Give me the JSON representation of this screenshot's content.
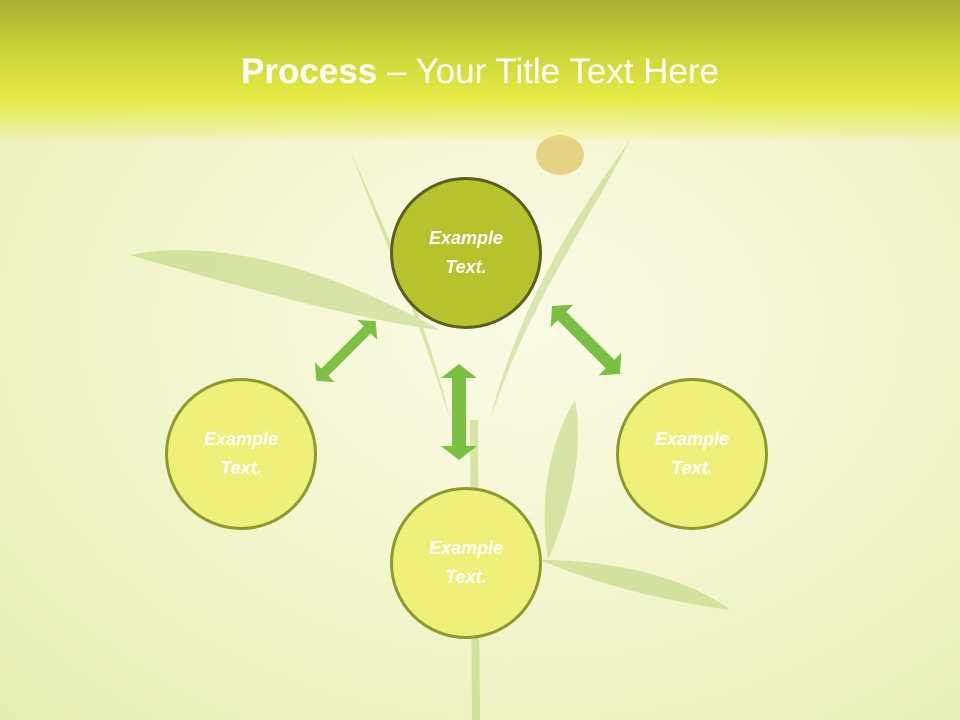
{
  "header": {
    "title_bold": "Process",
    "title_rest": " – Your Title Text Here"
  },
  "nodes": [
    {
      "id": "top",
      "text": "Example Text."
    },
    {
      "id": "left",
      "text": "Example Text."
    },
    {
      "id": "right",
      "text": "Example Text."
    },
    {
      "id": "bottom",
      "text": "Example Text."
    }
  ],
  "colors": {
    "header": "#c9d438",
    "node_fill": "#eef07a",
    "node_top_fill": "#b8c22c",
    "arrow": "#7ac143"
  }
}
